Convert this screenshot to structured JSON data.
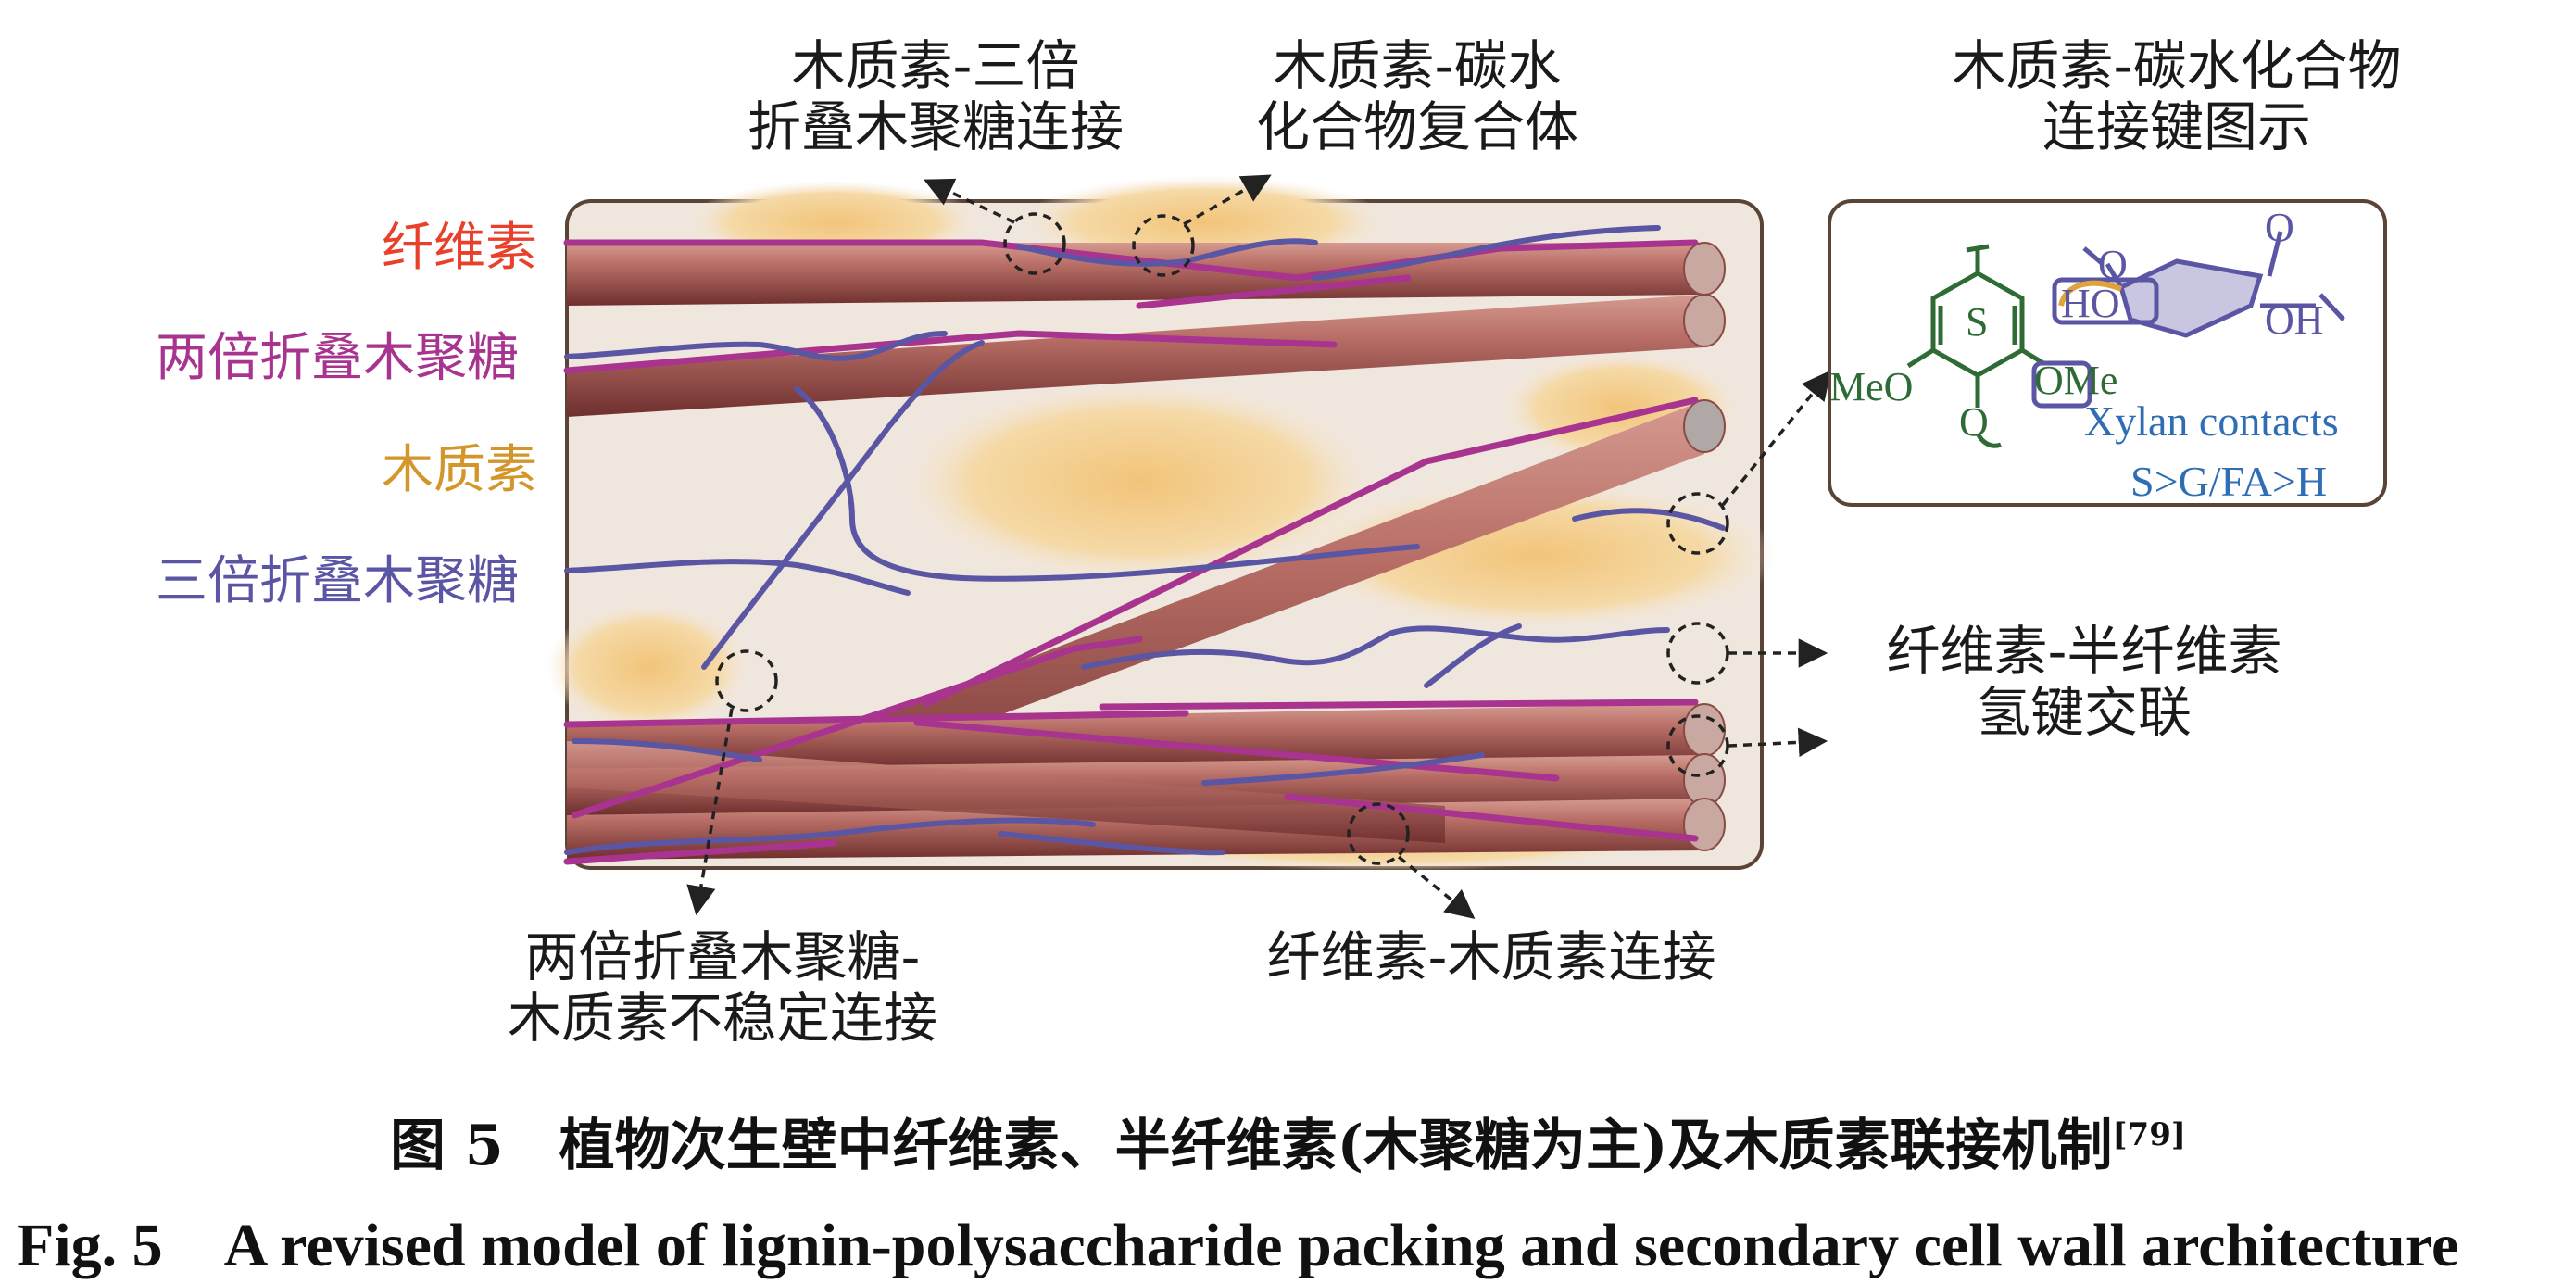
{
  "legend": {
    "cellulose": {
      "label": "纤维素",
      "color": "#e8402a"
    },
    "two_fold_xylan": {
      "label": "两倍折叠木聚糖",
      "color": "#a8348f"
    },
    "lignin": {
      "label": "木质素",
      "color": "#d3962a"
    },
    "three_fold_xylan": {
      "label": "三倍折叠木聚糖",
      "color": "#5a56a4"
    }
  },
  "annotations": {
    "top_left": {
      "line1": "木质素-三倍",
      "line2": "折叠木聚糖连接"
    },
    "top_mid": {
      "line1": "木质素-碳水",
      "line2": "化合物复合体"
    },
    "top_right": {
      "line1": "木质素-碳水化合物",
      "line2": "连接键图示"
    },
    "right_mid": {
      "line1": "纤维素-半纤维素",
      "line2": "氢键交联"
    },
    "bottom_left": {
      "line1": "两倍折叠木聚糖-",
      "line2": "木质素不稳定连接"
    },
    "bottom_mid": {
      "line1": "纤维素-木质素连接"
    }
  },
  "inset": {
    "ring_label": "S",
    "meo": "MeO",
    "ome": "OMe",
    "ho": "HO",
    "oh": "OH",
    "o_top": "O",
    "o_ring": "O",
    "o_bottom": "O",
    "contacts_line1": "Xylan contacts",
    "contacts_line2": "S>G/FA>H",
    "contacts_color": "#2f6db5",
    "chem_color": "#2f6b35",
    "sugar_color": "#5a56a4"
  },
  "caption": {
    "cn": "图 5　植物次生壁中纤维素、半纤维素(木聚糖为主)及木质素联接机制",
    "cn_ref": "[79]",
    "en": "Fig. 5　A revised model of lignin-polysaccharide packing and secondary cell wall architecture"
  }
}
